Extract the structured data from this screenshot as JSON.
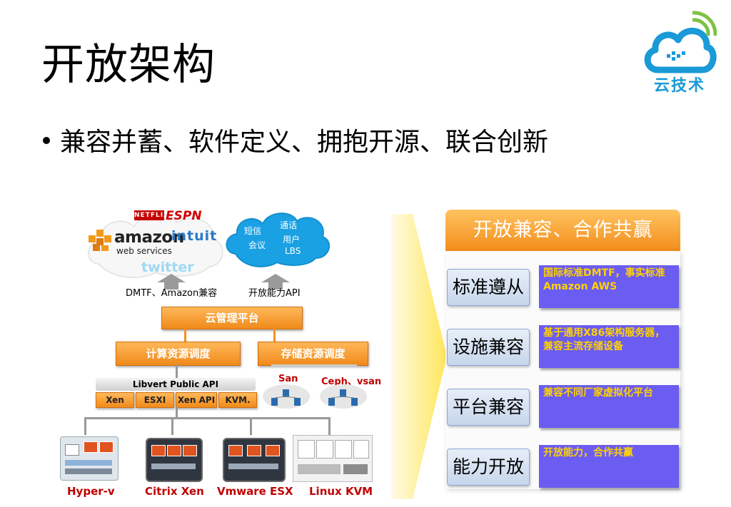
{
  "slide": {
    "title": "开放架构",
    "bullet": "兼容并蓄、软件定义、拥抱开源、联合创新"
  },
  "logo": {
    "text": "云技术"
  },
  "diagram": {
    "cloud_left_logos": [
      "NETFLIX",
      "ESPN",
      "amazon",
      "web services",
      "intuit",
      "twitter"
    ],
    "cloud_right_lines": [
      "短信",
      "会议",
      "通话",
      "用户",
      "LBS"
    ],
    "api_left": "DMTF、Amazon兼容",
    "api_right": "开放能力API",
    "cloud_mgmt": "云管理平台",
    "compute_sched": "计算资源调度",
    "storage_sched": "存储资源调度",
    "libvirt": "Libvert Public API",
    "hypervisor_apis": [
      "Xen",
      "ESXI",
      "Xen API",
      "KVM."
    ],
    "storage_left": "San",
    "storage_right": "Ceph、vsan",
    "platforms": [
      "Hyper-v",
      "Citrix Xen",
      "Vmware ESX",
      "Linux KVM"
    ]
  },
  "panel": {
    "header": "开放兼容、合作共赢",
    "rows": [
      {
        "label": "标准遵从",
        "desc": "国际标准DMTF，事实标准Amazon AWS"
      },
      {
        "label": "设施兼容",
        "desc": "基于通用X86架构服务器，兼容主流存储设备"
      },
      {
        "label": "平台兼容",
        "desc": "兼容不同厂家虚拟化平台"
      },
      {
        "label": "能力开放",
        "desc": "开放能力，合作共赢"
      }
    ]
  },
  "colors": {
    "orange": "#f39020",
    "blue_logo": "#1a9ad6",
    "purple": "#6b5cf2",
    "yellow_text": "#ffd200",
    "red_label": "#c00000"
  }
}
